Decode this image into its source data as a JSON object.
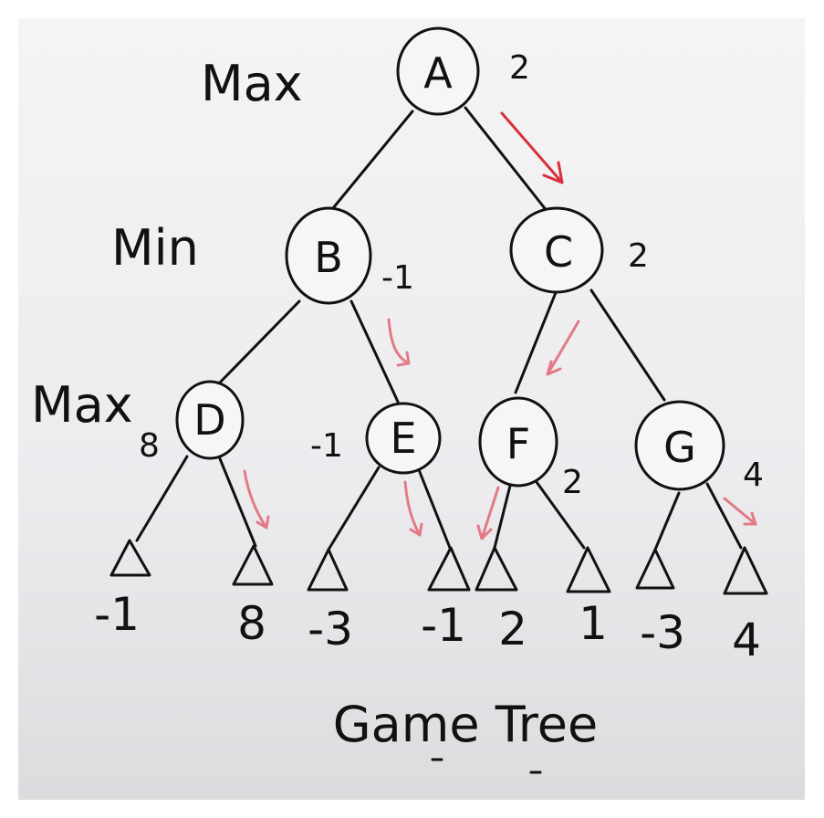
{
  "levels": {
    "top": "Max",
    "middle": "Min",
    "bottom": "Max"
  },
  "nodes": {
    "A": {
      "letter": "A",
      "value": "2"
    },
    "B": {
      "letter": "B",
      "value": "-1"
    },
    "C": {
      "letter": "C",
      "value": "2"
    },
    "D": {
      "letter": "D",
      "value": "8"
    },
    "E": {
      "letter": "E",
      "value": "-1"
    },
    "F": {
      "letter": "F",
      "value": "2"
    },
    "G": {
      "letter": "G",
      "value": "4"
    }
  },
  "leaves": [
    "-1",
    "8",
    "-3",
    "-1",
    "2",
    "1",
    "-3",
    "4"
  ],
  "caption": "Game Tree",
  "colors": {
    "ink": "#111111",
    "arrow": "#d9303a",
    "arrow_light": "#e37a86"
  }
}
